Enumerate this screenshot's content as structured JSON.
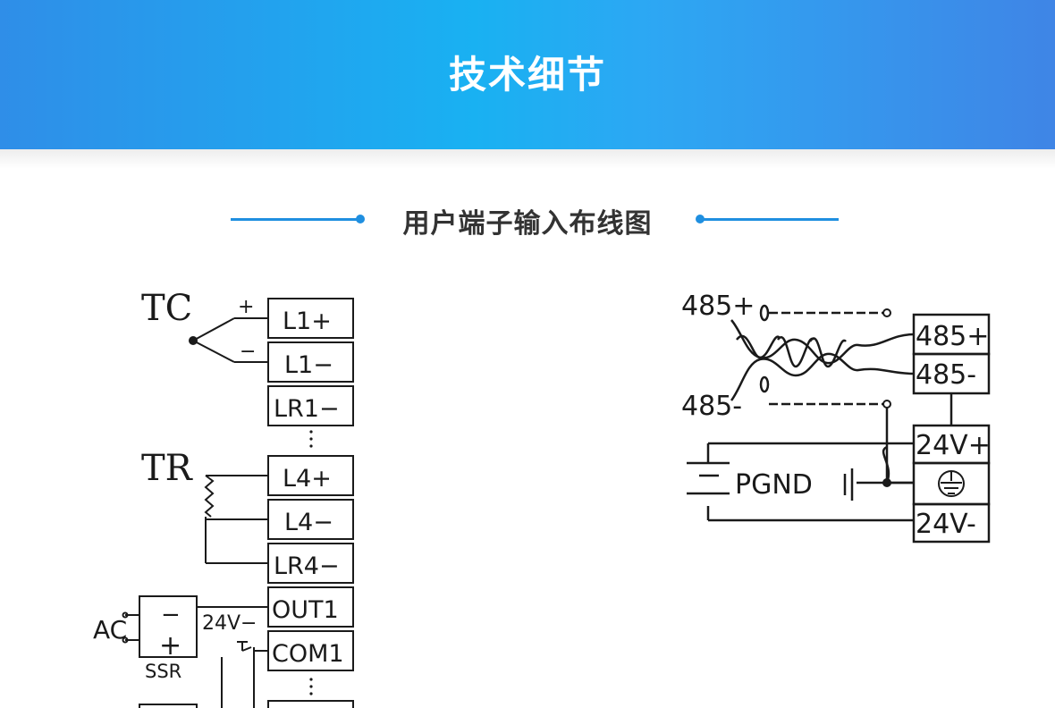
{
  "header": {
    "title": "技术细节"
  },
  "section": {
    "title": "用户端子输入布线图"
  },
  "left_diagram": {
    "tc_label": "TC",
    "tr_label": "TR",
    "ac_label": "AC",
    "ssr_label": "SSR",
    "ssr_minus": "−",
    "ssr_plus": "+",
    "plus_sign": "+",
    "minus_sign": "−",
    "v24_label": "24V−",
    "terminals": [
      "L1+",
      "L1−",
      "LR1−",
      "L4+",
      "L4−",
      "LR4−",
      "OUT1",
      "COM1"
    ]
  },
  "right_diagram": {
    "label_485_plus": "485+",
    "label_485_minus": "485-",
    "pgnd_label": "PGND",
    "terminals": [
      "485+",
      "485-",
      "24V+",
      "24V-"
    ],
    "ground_icon": "earth-ground-icon"
  }
}
